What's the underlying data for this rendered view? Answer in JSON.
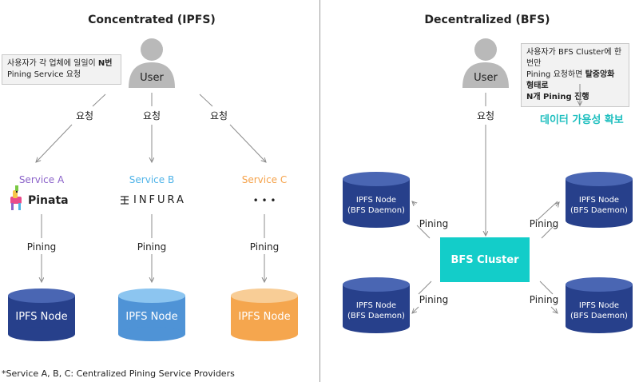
{
  "left": {
    "title": "Concentrated (IPFS)",
    "note_lines": [
      "사용자가 각 업체에 일일이 ",
      "N번",
      "Pining Service 요청"
    ],
    "user_label": "User",
    "request_label": "요청",
    "services": [
      {
        "name": "Service A",
        "color": "#8b63c9",
        "logo": "Pinata"
      },
      {
        "name": "Service B",
        "color": "#4fb3e8",
        "logo": "INFURA"
      },
      {
        "name": "Service C",
        "color": "#f5a24a",
        "logo": "• • •"
      }
    ],
    "pining_label": "Pining",
    "node_label": "IPFS Node",
    "node_colors": [
      "#27408b",
      "#4f93d6",
      "#f5a64e"
    ],
    "footnote": "*Service A, B, C: Centralized Pining Service Providers"
  },
  "right": {
    "title": "Decentralized (BFS)",
    "note_lines": [
      "사용자가 BFS Cluster에 한 번만",
      "Pining 요청하면 ",
      "탈중앙화 형태로",
      "N개 Pining 진행"
    ],
    "availability": "데이터 가용성 확보",
    "user_label": "User",
    "request_label": "요청",
    "cluster_label": "BFS Cluster",
    "pining_label": "Pining",
    "node_line1": "IPFS Node",
    "node_line2": "(BFS Daemon)",
    "node_color": "#27408b",
    "cluster_color": "#13cdc9",
    "accent_color": "#1fbfbf"
  }
}
